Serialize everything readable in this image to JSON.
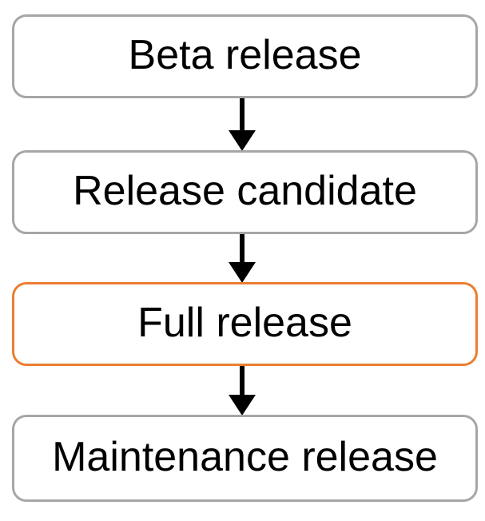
{
  "diagram": {
    "type": "flowchart",
    "direction": "top-to-bottom",
    "nodes": [
      {
        "id": "beta-release",
        "label": "Beta release",
        "highlighted": false
      },
      {
        "id": "release-candidate",
        "label": "Release candidate",
        "highlighted": false
      },
      {
        "id": "full-release",
        "label": "Full release",
        "highlighted": true
      },
      {
        "id": "maintenance-release",
        "label": "Maintenance release",
        "highlighted": false
      }
    ],
    "edges": [
      {
        "from": "beta-release",
        "to": "release-candidate",
        "style": "down-arrow"
      },
      {
        "from": "release-candidate",
        "to": "full-release",
        "style": "down-arrow"
      },
      {
        "from": "full-release",
        "to": "maintenance-release",
        "style": "down-arrow"
      }
    ]
  },
  "colors": {
    "background": "#ffffff",
    "node_border": "#a6a6a6",
    "highlight_border": "#ed7d31",
    "text": "#000000",
    "arrow": "#000000"
  }
}
